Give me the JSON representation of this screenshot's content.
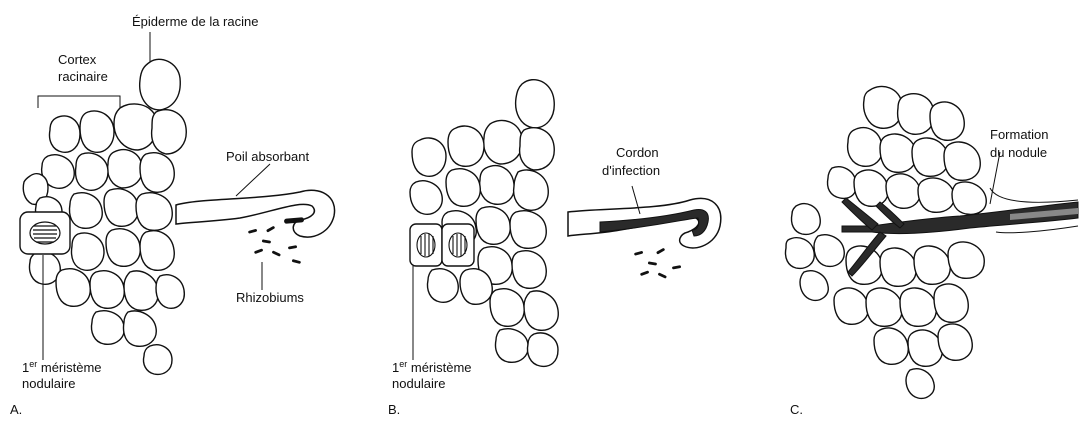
{
  "panels": [
    {
      "letter": "A.",
      "labels": {
        "epidermis": "Épiderme de la racine",
        "cortex_line1": "Cortex",
        "cortex_line2": "racinaire",
        "root_hair": "Poil absorbant",
        "rhizobia": "Rhizobiums",
        "meristem_prefix": "1",
        "meristem_sup": "er",
        "meristem_line1": " méristème",
        "meristem_line2": "nodulaire"
      }
    },
    {
      "letter": "B.",
      "labels": {
        "infection_line1": "Cordon",
        "infection_line2": "d'infection",
        "meristem_prefix": "1",
        "meristem_sup": "er",
        "meristem_line1": " méristème",
        "meristem_line2": "nodulaire"
      }
    },
    {
      "letter": "C.",
      "labels": {
        "nodule_line1": "Formation",
        "nodule_line2": "du nodule"
      }
    }
  ],
  "colors": {
    "ink": "#111111",
    "background": "#ffffff"
  }
}
